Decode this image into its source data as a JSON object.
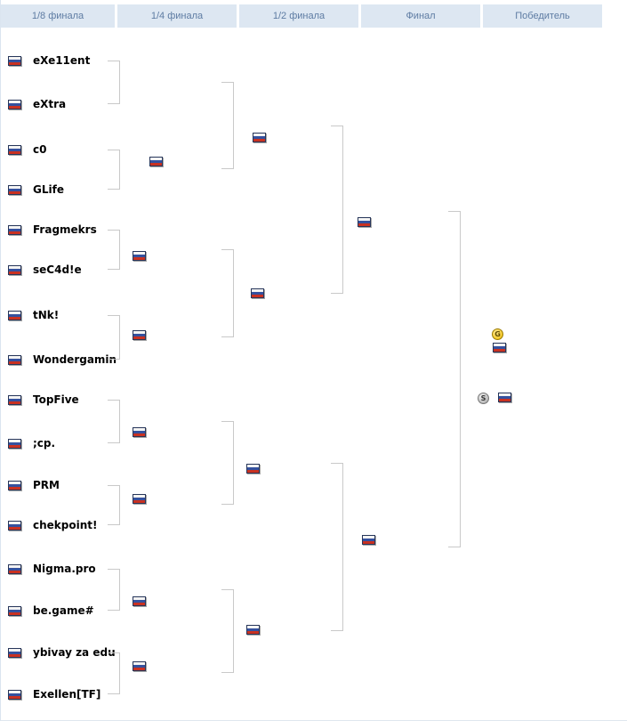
{
  "header": {
    "columns": [
      "1/8 финала",
      "1/4 финала",
      "1/2 финала",
      "Финал",
      "Победитель"
    ]
  },
  "teams": [
    "eXe11ent",
    "eXtra",
    "c0",
    "GLife",
    "Fragmekrs",
    "seC4d!e",
    "tNk!",
    "Wondergamin",
    "TopFive",
    ";cp.",
    "PRM",
    "chekpoint!",
    "Nigma.pro",
    "be.game#",
    "ybivay za edu",
    "Exellen[TF]"
  ],
  "icons": {
    "team_flag": "russia-flag",
    "winner_flag": "russia-flag",
    "gold_medal": "G",
    "silver_medal": "S"
  },
  "colors": {
    "header_bg": "#dde7f2",
    "header_text": "#5e7ca3",
    "bracket_line": "#c9c9c9",
    "flag_white": "#f4f4f4",
    "flag_blue": "#34519f",
    "flag_red": "#c93121",
    "gold": "#edba00",
    "silver": "#b5b5b5"
  }
}
